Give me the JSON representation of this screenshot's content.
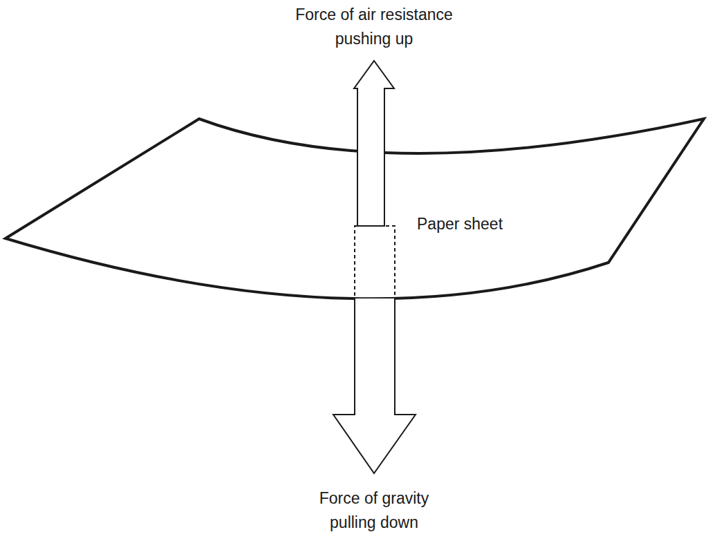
{
  "diagram": {
    "labels": [
      "Force of air resistance pushing up",
      "Paper sheet",
      "Force of gravity pulling down"
    ]
  }
}
